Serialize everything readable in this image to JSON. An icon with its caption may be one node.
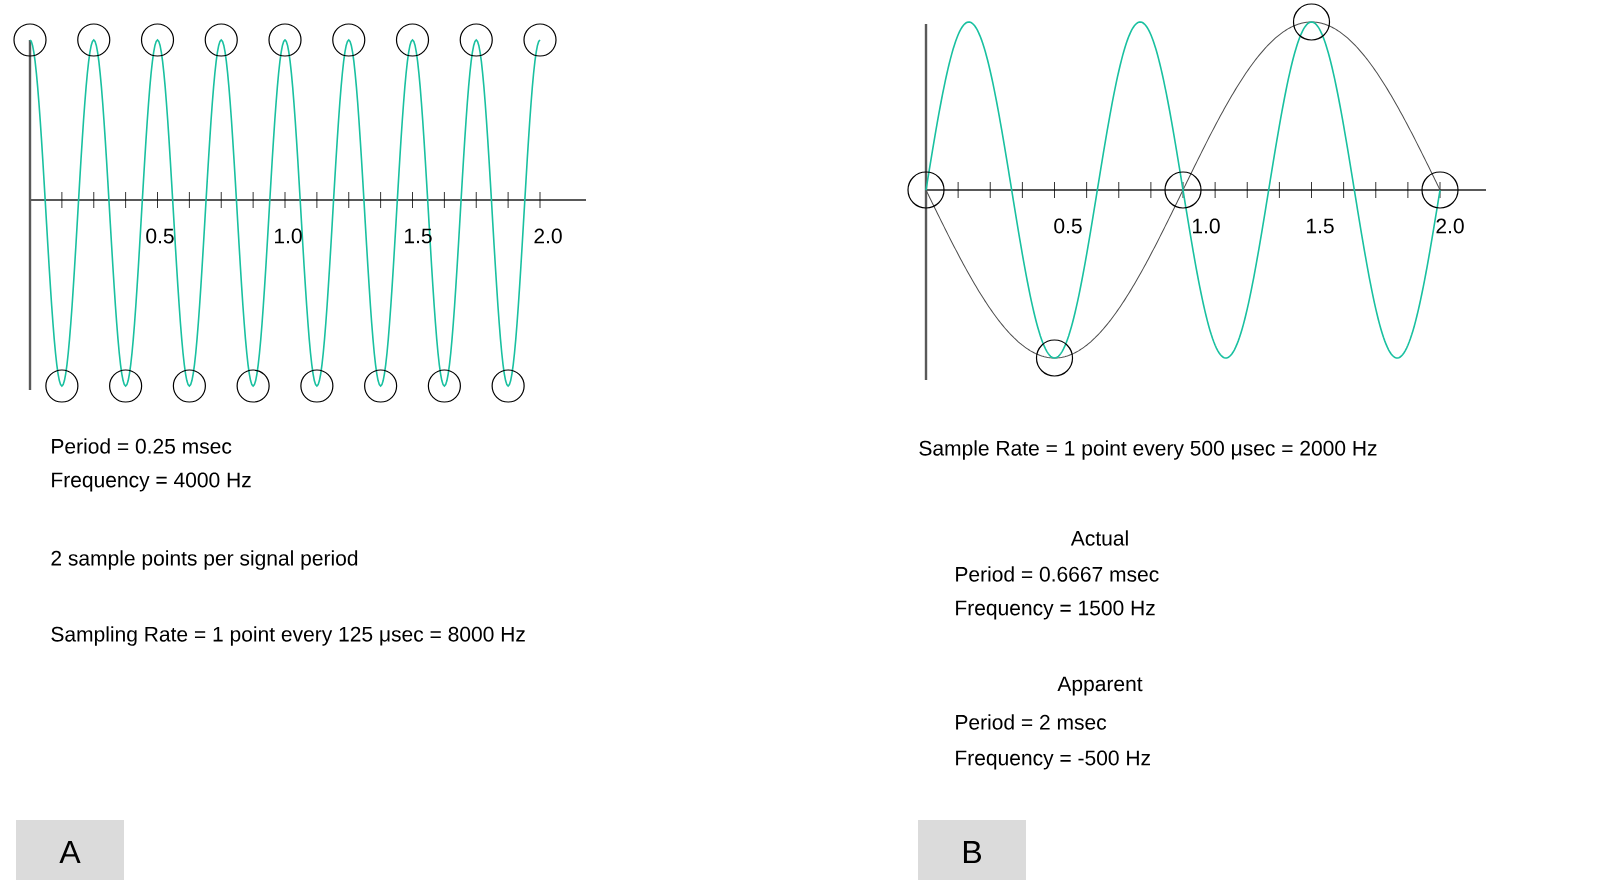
{
  "diagram": {
    "nodes": [
      {
        "text": [
          "A"
        ]
      },
      {
        "text": [
          "B"
        ]
      }
    ],
    "labels": [
      "0.5",
      "1.0",
      "1.5",
      "2.0",
      "Period = 0.25 msec",
      "Frequency = 4000 Hz",
      "2 sample points per signal period",
      "Sampling Rate = 1 point every 125 μsec = 8000 Hz",
      "0.5",
      "1.0",
      "1.5",
      "2.0",
      "Sample Rate = 1 point every 500 μsec = 2000 Hz",
      "Actual",
      "Period = 0.6667 msec",
      "Frequency = 1500 Hz",
      "Apparent",
      "Period = 2 msec",
      "Frequency = -500 Hz"
    ]
  }
}
